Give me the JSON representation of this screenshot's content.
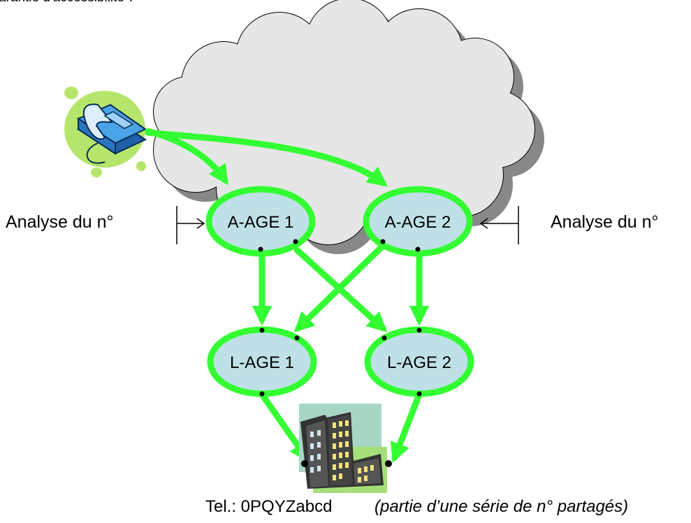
{
  "top_text": "arantie d'accessibilité\".",
  "nodes": {
    "a_age_1": "A-AGE 1",
    "a_age_2": "A-AGE 2",
    "l_age_1": "L-AGE 1",
    "l_age_2": "L-AGE 2"
  },
  "left_label": "Analyse du n°",
  "right_label": "Analyse du n°",
  "tel_label": "Tel.: 0PQYZabcd",
  "tel_note": "(partie d’une série de n° partagés)",
  "colors": {
    "arrow": "#33ff33",
    "node_fill": "#bfe0e6",
    "cloud_fill": "#e6e6e6",
    "cloud_shadow": "#888888",
    "phone_blob": "#b5e66b",
    "building_bg_left": "#a8d6c4",
    "building_bg_right": "#a6de7a"
  }
}
